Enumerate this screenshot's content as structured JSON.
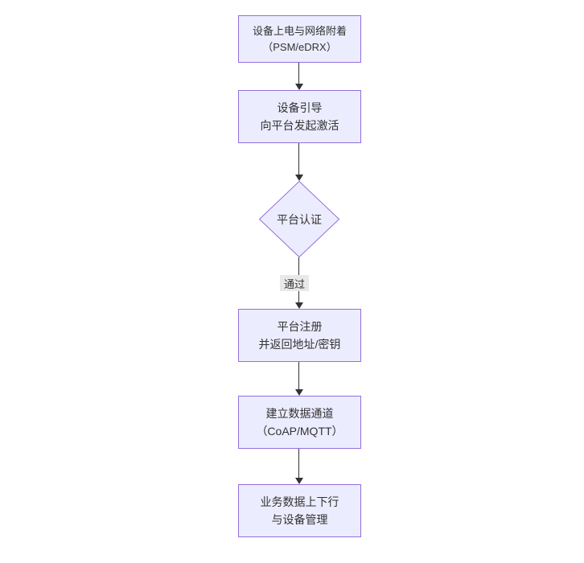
{
  "diagram": {
    "type": "flowchart",
    "direction": "top-down",
    "background_color": "#ffffff",
    "node_fill_color": "#ECECFF",
    "node_border_color": "#9370DB",
    "arrow_color": "#333333",
    "edge_label_background": "#e8e8e8",
    "text_color": "#333333",
    "nodes": [
      {
        "id": "power-on",
        "shape": "rect",
        "label": "设备上电与网络附着\n（PSM/eDRX）"
      },
      {
        "id": "bootstrap",
        "shape": "rect",
        "label": "设备引导\n向平台发起激活"
      },
      {
        "id": "platform-auth",
        "shape": "diamond",
        "label": "平台认证"
      },
      {
        "id": "platform-register",
        "shape": "rect",
        "label": "平台注册\n并返回地址/密钥"
      },
      {
        "id": "data-channel",
        "shape": "rect",
        "label": "建立数据通道\n（CoAP/MQTT）"
      },
      {
        "id": "business-data",
        "shape": "rect",
        "label": "业务数据上下行\n与设备管理"
      }
    ],
    "edges": [
      {
        "from": "power-on",
        "to": "bootstrap",
        "label": ""
      },
      {
        "from": "bootstrap",
        "to": "platform-auth",
        "label": ""
      },
      {
        "from": "platform-auth",
        "to": "platform-register",
        "label": "通过"
      },
      {
        "from": "platform-register",
        "to": "data-channel",
        "label": ""
      },
      {
        "from": "data-channel",
        "to": "business-data",
        "label": ""
      }
    ]
  }
}
